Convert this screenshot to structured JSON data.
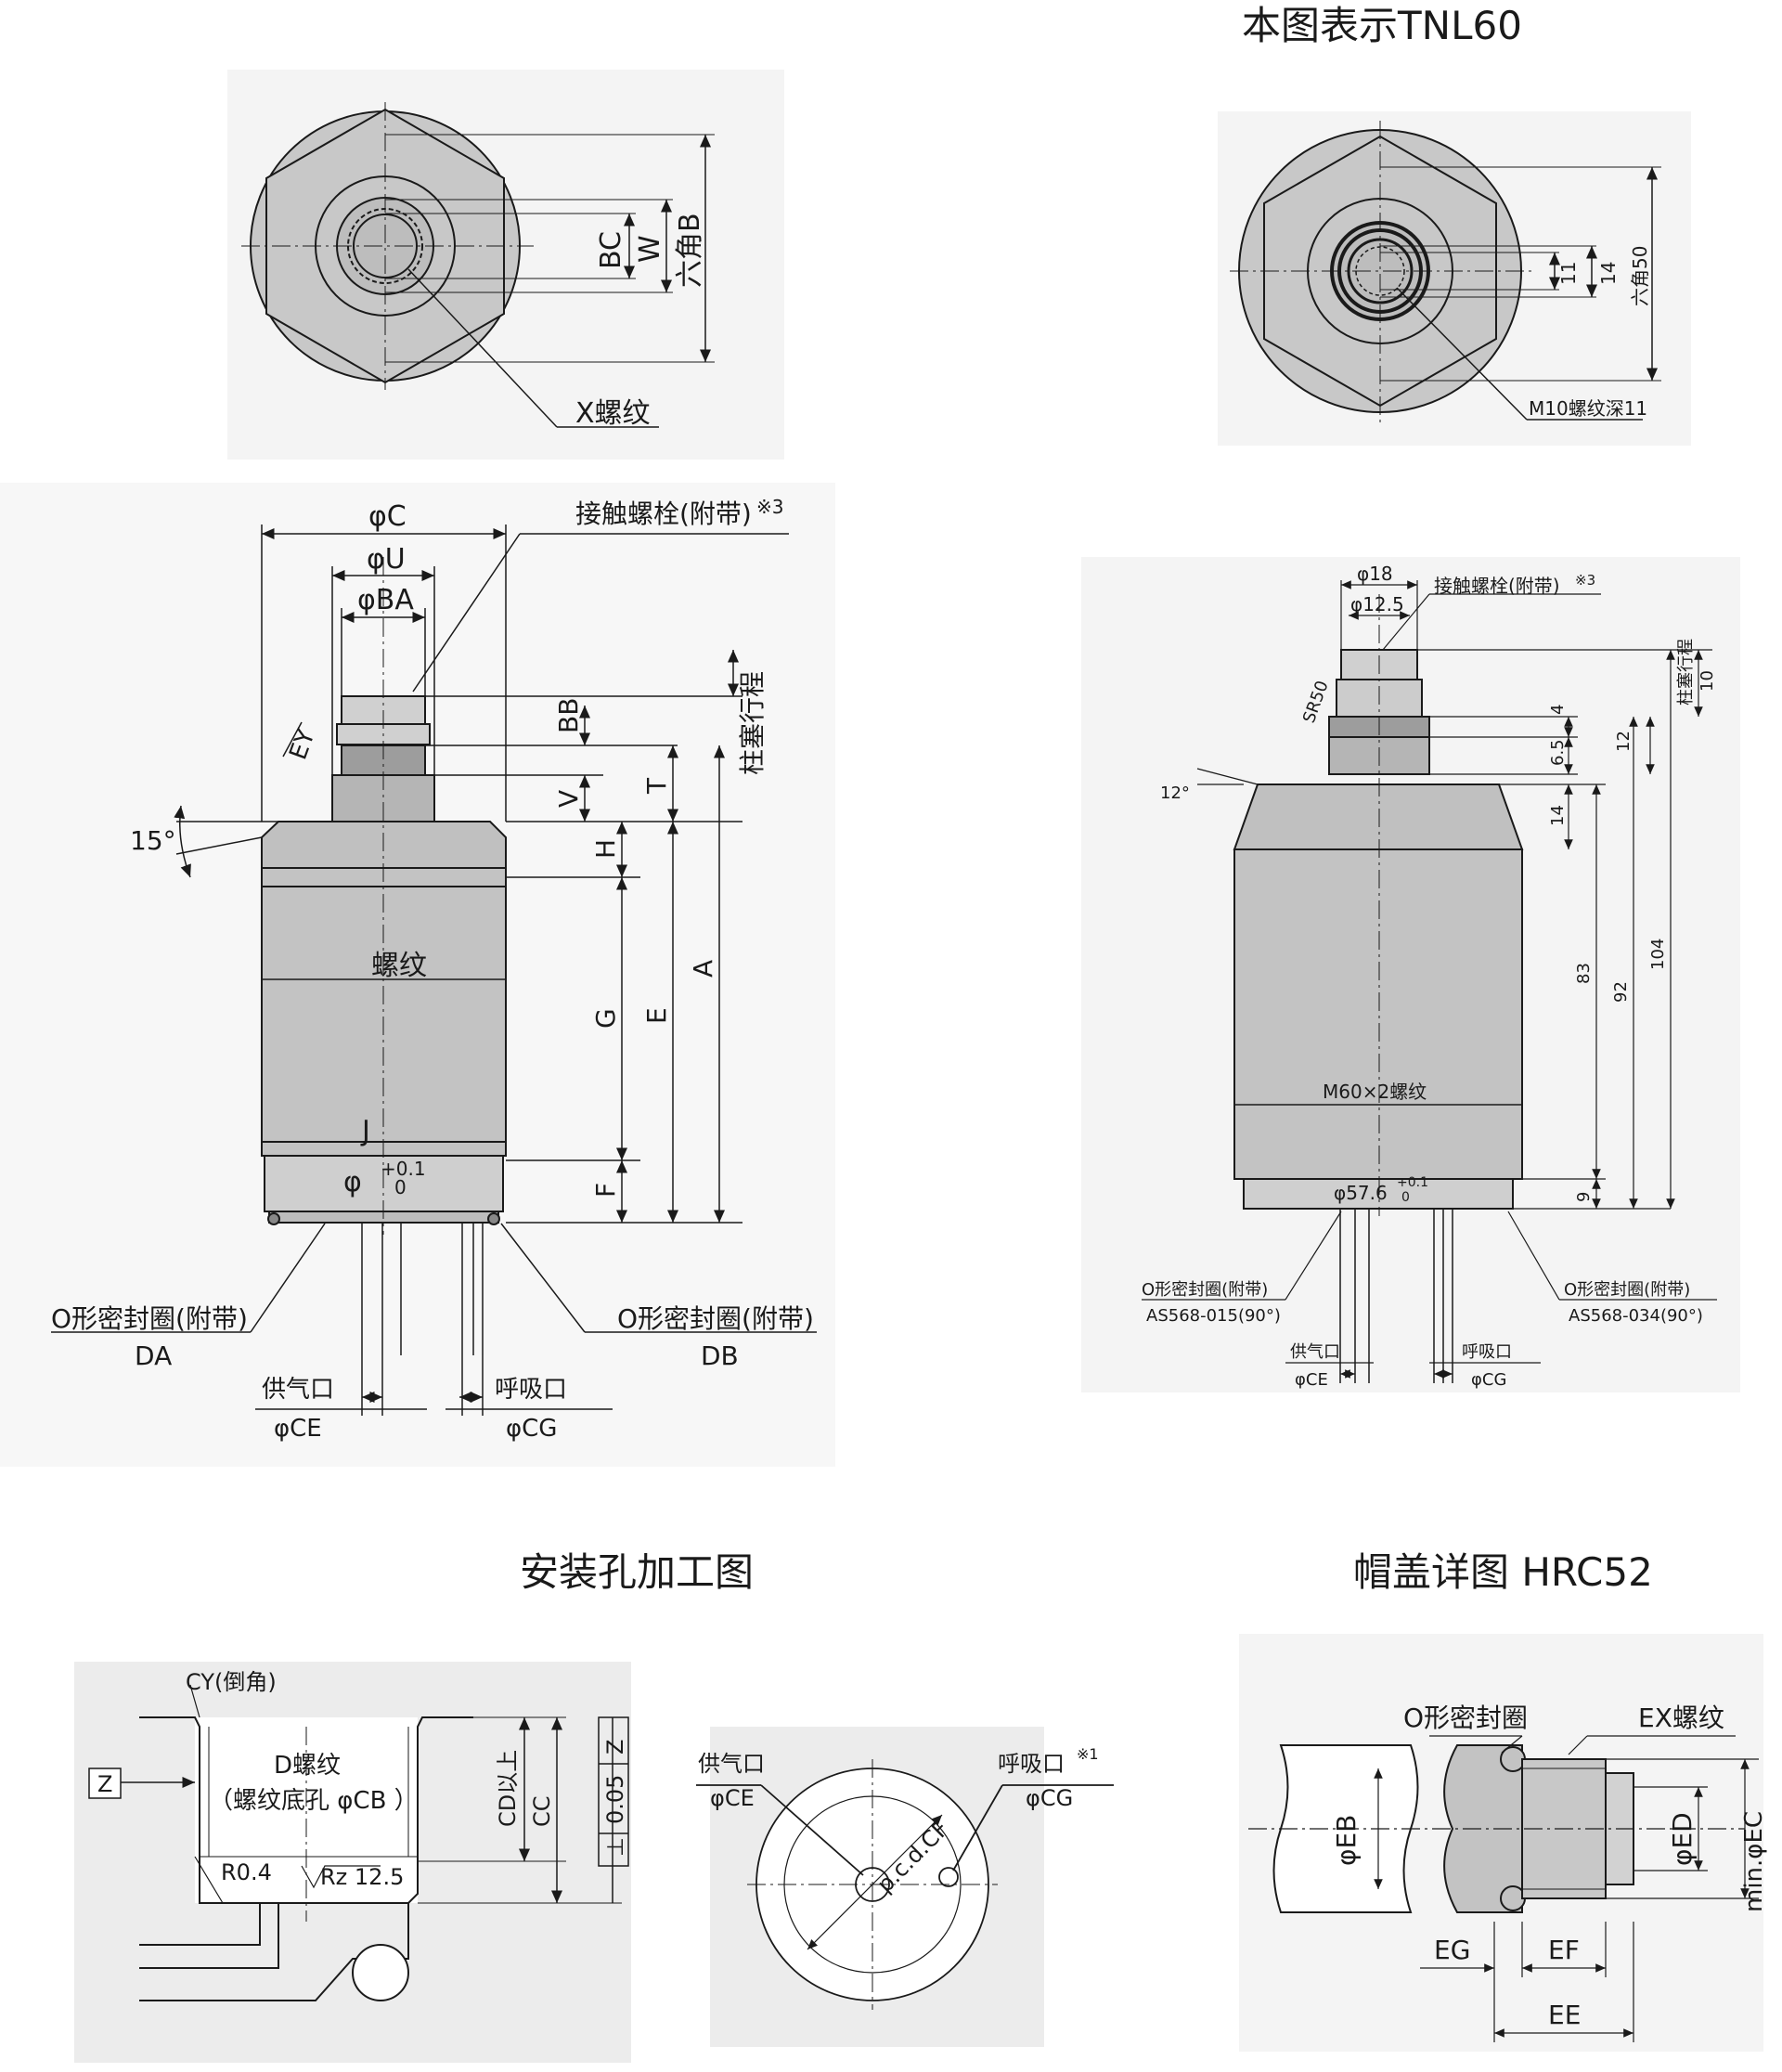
{
  "titles": {
    "variant": "本图表示TNL60",
    "mounting": "安装孔加工图",
    "cap": "帽盖详图 HRC52"
  },
  "top_left": {
    "dim_bc": "BC",
    "dim_w": "W",
    "dim_hex": "六角B",
    "thread": "X螺纹"
  },
  "top_right": {
    "dim_11": "11",
    "dim_14": "14",
    "dim_hex": "六角50",
    "thread": "M10螺纹深11"
  },
  "side_left": {
    "dia_c": "φC",
    "dia_u": "φU",
    "dia_ba": "φBA",
    "bolt": "接触螺栓(附带)",
    "note": "※3",
    "ey": "EY",
    "bb": "BB",
    "v": "V",
    "t": "T",
    "h": "H",
    "g": "G",
    "e": "E",
    "a": "A",
    "f": "F",
    "stroke": "柱塞行程",
    "angle": "15°",
    "thread": "螺纹",
    "j": "J",
    "phi": "φ",
    "tol_up": "+0.1",
    "tol_dn": "0",
    "oring_left": "O形密封圈(附带)",
    "oring_left_code": "DA",
    "oring_right": "O形密封圈(附带)",
    "oring_right_code": "DB",
    "supply": "供气口",
    "supply_dia": "φCE",
    "breath": "呼吸口",
    "breath_dia": "φCG"
  },
  "side_right": {
    "dia_18": "φ18",
    "dia_125": "φ12.5",
    "bolt": "接触螺栓(附带)",
    "note": "※3",
    "sr50": "SR50",
    "d4": "4",
    "d65": "6.5",
    "d14": "14",
    "d12": "12",
    "stroke": "柱塞行程",
    "stroke_val": "10",
    "angle": "12°",
    "d83": "83",
    "d92": "92",
    "d104": "104",
    "d9": "9",
    "thread": "M60×2螺纹",
    "dia_576": "φ57.6",
    "tol_up": "+0.1",
    "tol_dn": "0",
    "oring_left": "O形密封圈(附带)",
    "oring_left_code": "AS568-015(90°)",
    "oring_right": "O形密封圈(附带)",
    "oring_right_code": "AS568-034(90°)",
    "supply": "供气口",
    "supply_dia": "φCE",
    "breath": "呼吸口",
    "breath_dia": "φCG"
  },
  "mounting": {
    "chamfer": "CY(倒角)",
    "datum": "Z",
    "thread": "D螺纹",
    "bore": "（螺纹底孔 φCB ）",
    "r": "R0.4",
    "rz": "Rz 12.5",
    "cd": "CD以上",
    "cc": "CC",
    "tol": "0.05",
    "perp": "⊥",
    "datum_ref": "Z",
    "supply": "供气口",
    "supply_dia": "φCE",
    "breath": "呼吸口",
    "breath_dia": "φCG",
    "note": "※1",
    "pcd": "p.c.d.CF"
  },
  "cap": {
    "oring": "O形密封圈",
    "thread": "EX螺纹",
    "eb": "φEB",
    "ed": "φED",
    "ec": "min.φEC",
    "eg": "EG",
    "ef": "EF",
    "ee": "EE"
  },
  "colors": {
    "body_fill": "#c8c8c8",
    "panel_bg": "#ececec",
    "line": "#1a1a1a"
  }
}
